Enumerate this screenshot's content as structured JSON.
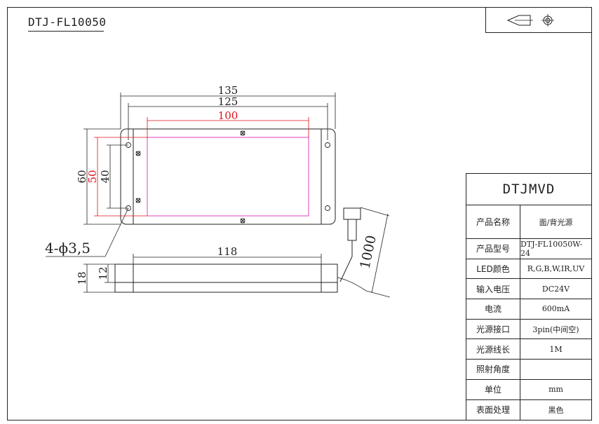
{
  "title": "DTJ-FL10050",
  "dimensions": {
    "overall_width": "135",
    "hole_spacing_width": "125",
    "window_width": "100",
    "overall_height": "60",
    "window_height": "50",
    "hole_spacing_height": "40",
    "holes": "4-ϕ3,5",
    "body_length": "118",
    "total_thickness": "18",
    "body_thickness": "12",
    "cable_length": "1000"
  },
  "spec_table": {
    "header": "DTJMVD",
    "rows": [
      {
        "label": "产品名称",
        "value": "面/背光源"
      },
      {
        "label": "产品型号",
        "value": "DTJ-FL10050W-24"
      },
      {
        "label": "LED颜色",
        "value": "R,G,B,W,IR,UV"
      },
      {
        "label": "输入电压",
        "value": "DC24V"
      },
      {
        "label": "电流",
        "value": "600mA"
      },
      {
        "label": "光源接口",
        "value": "3pin(中间空)"
      },
      {
        "label": "光源线长",
        "value": "1M"
      },
      {
        "label": "照射角度",
        "value": ""
      },
      {
        "label": "单位",
        "value": "mm"
      },
      {
        "label": "表面处理",
        "value": "黑色"
      }
    ]
  },
  "colors": {
    "line": "#222222",
    "accent_red": "#e0101a",
    "window_magenta": "#e040c0"
  },
  "icons": [
    "projection-cone-icon",
    "crosshair-circle-icon"
  ]
}
